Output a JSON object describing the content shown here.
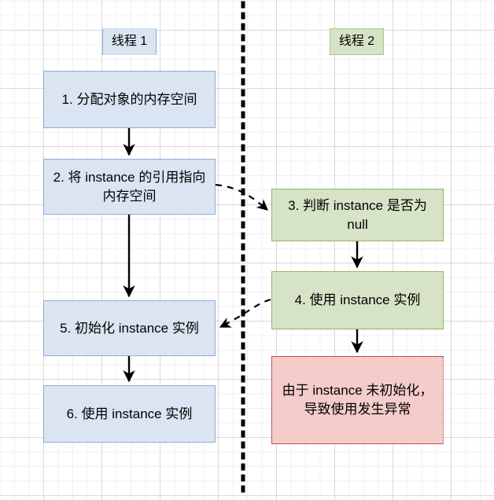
{
  "diagram": {
    "title_absent": true,
    "colors": {
      "blue_fill": "#dbe5f1",
      "blue_border": "#8eaadb",
      "green_fill": "#d6e3c6",
      "green_border": "#8cb46a",
      "red_fill": "#f4ccca",
      "red_border": "#c0504d",
      "arrow": "#000000",
      "divider": "#000000",
      "grid_minor": "#f0f0f0",
      "grid_major": "#d9d9d9"
    },
    "lanes": [
      {
        "id": "lane-1",
        "label": "线程 1"
      },
      {
        "id": "lane-2",
        "label": "线程 2"
      }
    ],
    "nodes": [
      {
        "id": "step-1",
        "label": "1. 分配对象的内存空间",
        "lane": "lane-1",
        "style": "blue"
      },
      {
        "id": "step-2",
        "label": "2. 将 instance 的引用指向内存空间",
        "lane": "lane-1",
        "style": "blue"
      },
      {
        "id": "step-5",
        "label": "5. 初始化 instance 实例",
        "lane": "lane-1",
        "style": "blue"
      },
      {
        "id": "step-6",
        "label": "6. 使用 instance 实例",
        "lane": "lane-1",
        "style": "blue"
      },
      {
        "id": "step-3",
        "label": "3. 判断 instance 是否为 null",
        "lane": "lane-2",
        "style": "green"
      },
      {
        "id": "step-4",
        "label": "4. 使用 instance 实例",
        "lane": "lane-2",
        "style": "green"
      },
      {
        "id": "exception",
        "label": "由于 instance 未初始化，导致使用发生异常",
        "lane": "lane-2",
        "style": "red"
      }
    ],
    "edges": [
      {
        "from": "step-1",
        "to": "step-2",
        "style": "solid"
      },
      {
        "from": "step-2",
        "to": "step-5",
        "style": "solid"
      },
      {
        "from": "step-5",
        "to": "step-6",
        "style": "solid"
      },
      {
        "from": "step-2",
        "to": "step-3",
        "style": "dashed"
      },
      {
        "from": "step-3",
        "to": "step-4",
        "style": "solid"
      },
      {
        "from": "step-4",
        "to": "step-5",
        "style": "dashed"
      },
      {
        "from": "step-4",
        "to": "exception",
        "style": "solid"
      }
    ]
  }
}
